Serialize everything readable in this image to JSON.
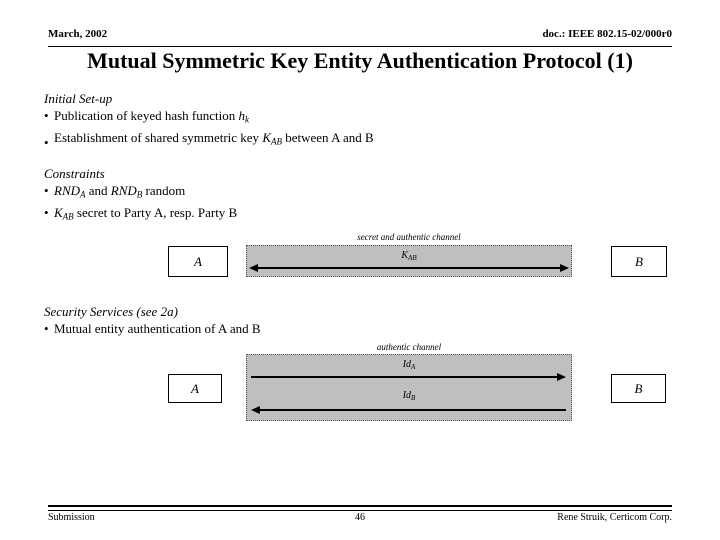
{
  "header": {
    "date": "March, 2002",
    "doc_id": "doc.: IEEE 802.15-02/000r0"
  },
  "title": "Mutual Symmetric Key Entity Authentication Protocol (1)",
  "sections": {
    "setup": {
      "heading": "Initial Set-up",
      "bullets": [
        {
          "marker": "•",
          "text_pre": "Publication of keyed hash function ",
          "sym": "h",
          "sub": "k",
          "text_post": ""
        },
        {
          "marker": "•",
          "text_pre": "Establishment of shared symmetric key ",
          "sym": "K",
          "sub": "AB",
          "text_post": " between A and B"
        }
      ]
    },
    "constraints": {
      "heading": "Constraints",
      "bullets": [
        {
          "marker": "•",
          "text_pre": "",
          "sym": "RND",
          "sub": "A",
          "text_post": " and ",
          "sym2": "RND",
          "sub2": "B",
          "text_post2": " random"
        },
        {
          "marker": "•",
          "text_pre": "",
          "sym": "K",
          "sub": "AB",
          "text_post": " secret to Party A, resp. Party B"
        }
      ]
    },
    "services": {
      "heading": "Security Services (see 2a)",
      "bullets": [
        {
          "marker": "•",
          "text": "Mutual entity authentication of A and B"
        }
      ]
    }
  },
  "diagram1": {
    "party_left": "A",
    "party_right": "B",
    "channel_label": "secret and authentic channel",
    "messages": [
      {
        "sym": "K",
        "sub": "AB",
        "direction": "both"
      }
    ]
  },
  "diagram2": {
    "party_left": "A",
    "party_right": "B",
    "channel_label": "authentic channel",
    "messages": [
      {
        "sym": "Id",
        "sub": "A",
        "direction": "right"
      },
      {
        "sym": "Id",
        "sub": "B",
        "direction": "left"
      }
    ]
  },
  "footer": {
    "left": "Submission",
    "page": "46",
    "right": "Rene Struik, Certicom Corp."
  },
  "colors": {
    "channel_fill": "#bfbfbf",
    "text": "#000000",
    "background": "#ffffff"
  }
}
